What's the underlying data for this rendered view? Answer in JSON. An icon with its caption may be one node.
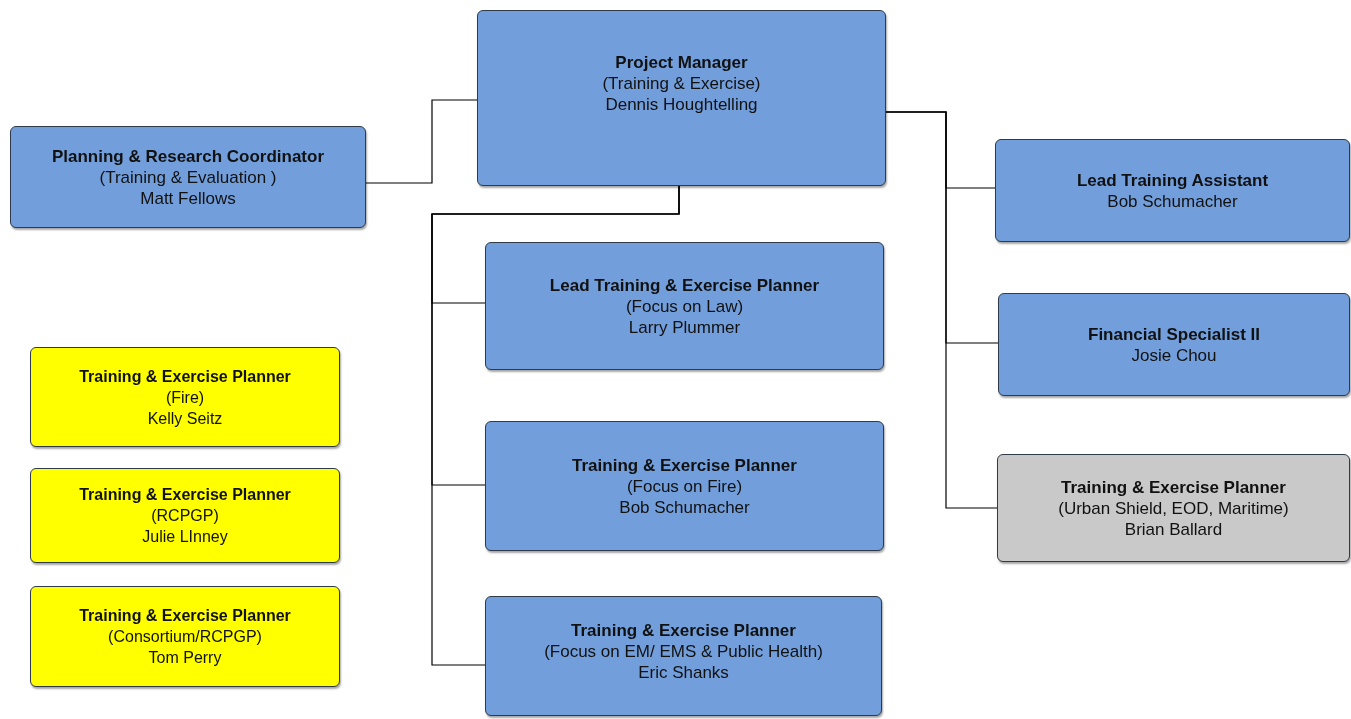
{
  "diagram": {
    "nodes": [
      {
        "text": [
          "Project Manager",
          "(Training & Exercise)",
          "Dennis Houghtelling"
        ]
      },
      {
        "text": [
          "Planning & Research Coordinator",
          "(Training & Evaluation )",
          "Matt Fellows"
        ]
      },
      {
        "text": [
          "Lead Training Assistant",
          "Bob Schumacher"
        ]
      },
      {
        "text": [
          "Lead Training & Exercise Planner",
          "(Focus on Law)",
          "Larry Plummer"
        ]
      },
      {
        "text": [
          "Financial Specialist II",
          "Josie Chou"
        ]
      },
      {
        "text": [
          "Training & Exercise Planner",
          "(Fire)",
          "Kelly Seitz"
        ]
      },
      {
        "text": [
          "Training & Exercise Planner",
          "(Focus on Fire)",
          "Bob Schumacher"
        ]
      },
      {
        "text": [
          "Training & Exercise Planner",
          "(RCPGP)",
          "Julie LInney"
        ]
      },
      {
        "text": [
          "Training & Exercise Planner",
          "(Urban Shield, EOD, Maritime)",
          "Brian Ballard"
        ]
      },
      {
        "text": [
          "Training & Exercise Planner",
          "(Consortium/RCPGP)",
          "Tom Perry"
        ]
      },
      {
        "text": [
          "Training & Exercise Planner",
          "(Focus on EM/ EMS & Public Health)",
          "Eric Shanks"
        ]
      }
    ],
    "edges": [
      {
        "from": 0,
        "to": 1,
        "arrow": "none"
      },
      {
        "from": 0,
        "to": 2,
        "arrow": "none"
      },
      {
        "from": 0,
        "to": 4,
        "arrow": "none"
      },
      {
        "from": 0,
        "to": 8,
        "arrow": "none"
      },
      {
        "from": 0,
        "to": 3,
        "arrow": "none"
      },
      {
        "from": 0,
        "to": 6,
        "arrow": "none"
      },
      {
        "from": 0,
        "to": 10,
        "arrow": "none"
      }
    ]
  }
}
